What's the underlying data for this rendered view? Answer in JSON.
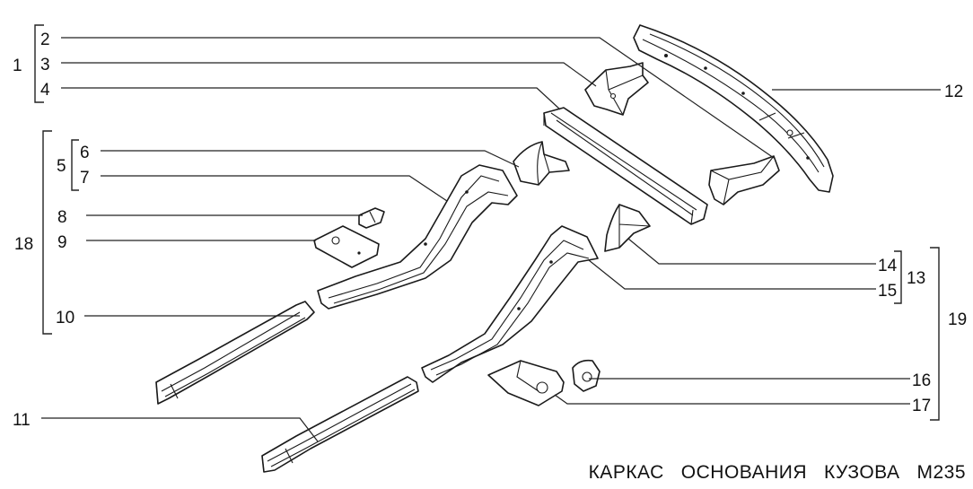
{
  "labels": {
    "l1": "1",
    "l2": "2",
    "l3": "3",
    "l4": "4",
    "l5": "5",
    "l6": "6",
    "l7": "7",
    "l8": "8",
    "l9": "9",
    "l10": "10",
    "l11": "11",
    "l12": "12",
    "l13": "13",
    "l14": "14",
    "l15": "15",
    "l16": "16",
    "l17": "17",
    "l18": "18",
    "l19": "19"
  },
  "caption": "КАРКАС   ОСНОВАНИЯ   КУЗОВА   М235"
}
